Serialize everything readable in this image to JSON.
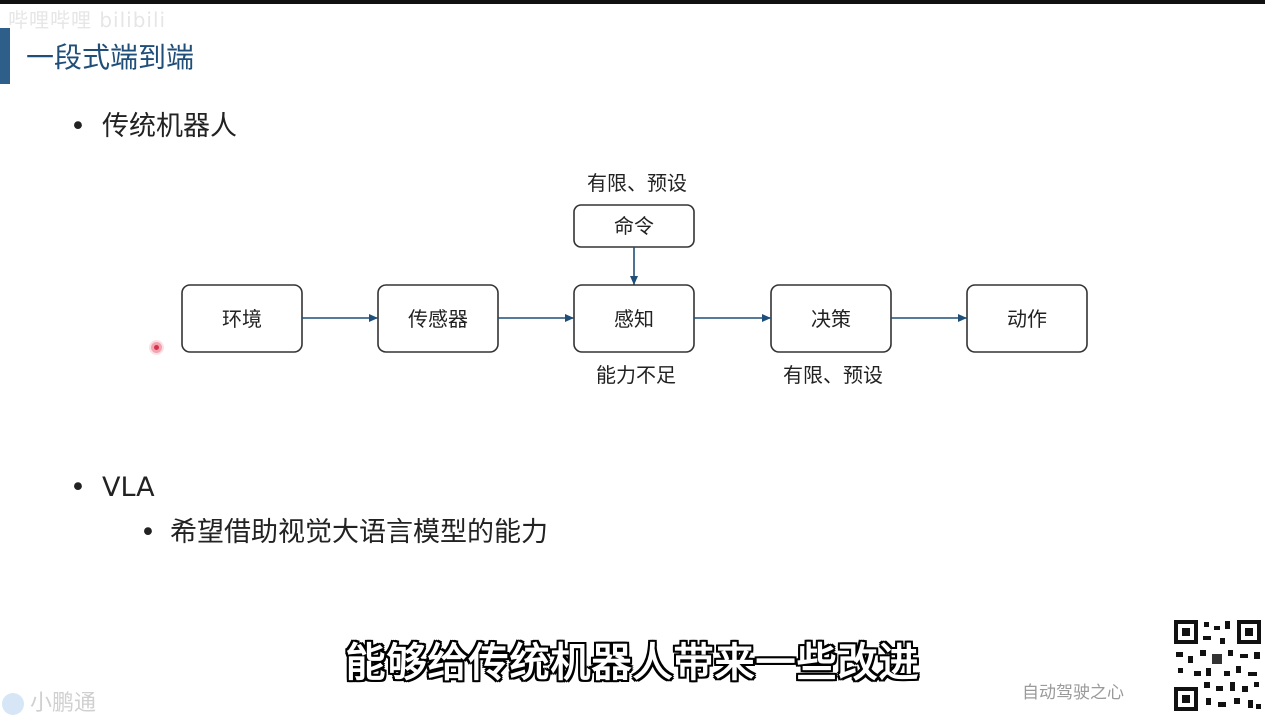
{
  "watermark": {
    "top": "哔哩哔哩 bilibili",
    "bottom": "小鹏通"
  },
  "slide": {
    "title": "一段式端到端",
    "bullets": [
      {
        "text": "传统机器人"
      },
      {
        "text": "VLA",
        "sub": [
          "希望借助视觉大语言模型的能力"
        ]
      }
    ]
  },
  "diagram": {
    "nodes": [
      "环境",
      "传感器",
      "感知",
      "决策",
      "动作"
    ],
    "command_node": "命令",
    "command_note": "有限、预设",
    "perception_note": "能力不足",
    "decision_note": "有限、预设"
  },
  "subtitle": "能够给传统机器人带来一些改进",
  "brand": "自动驾驶之心",
  "colors": {
    "title": "#1f4e79",
    "accent_bar": "#2e5f8a",
    "arrow": "#1f4e79",
    "box_border": "#333333"
  }
}
